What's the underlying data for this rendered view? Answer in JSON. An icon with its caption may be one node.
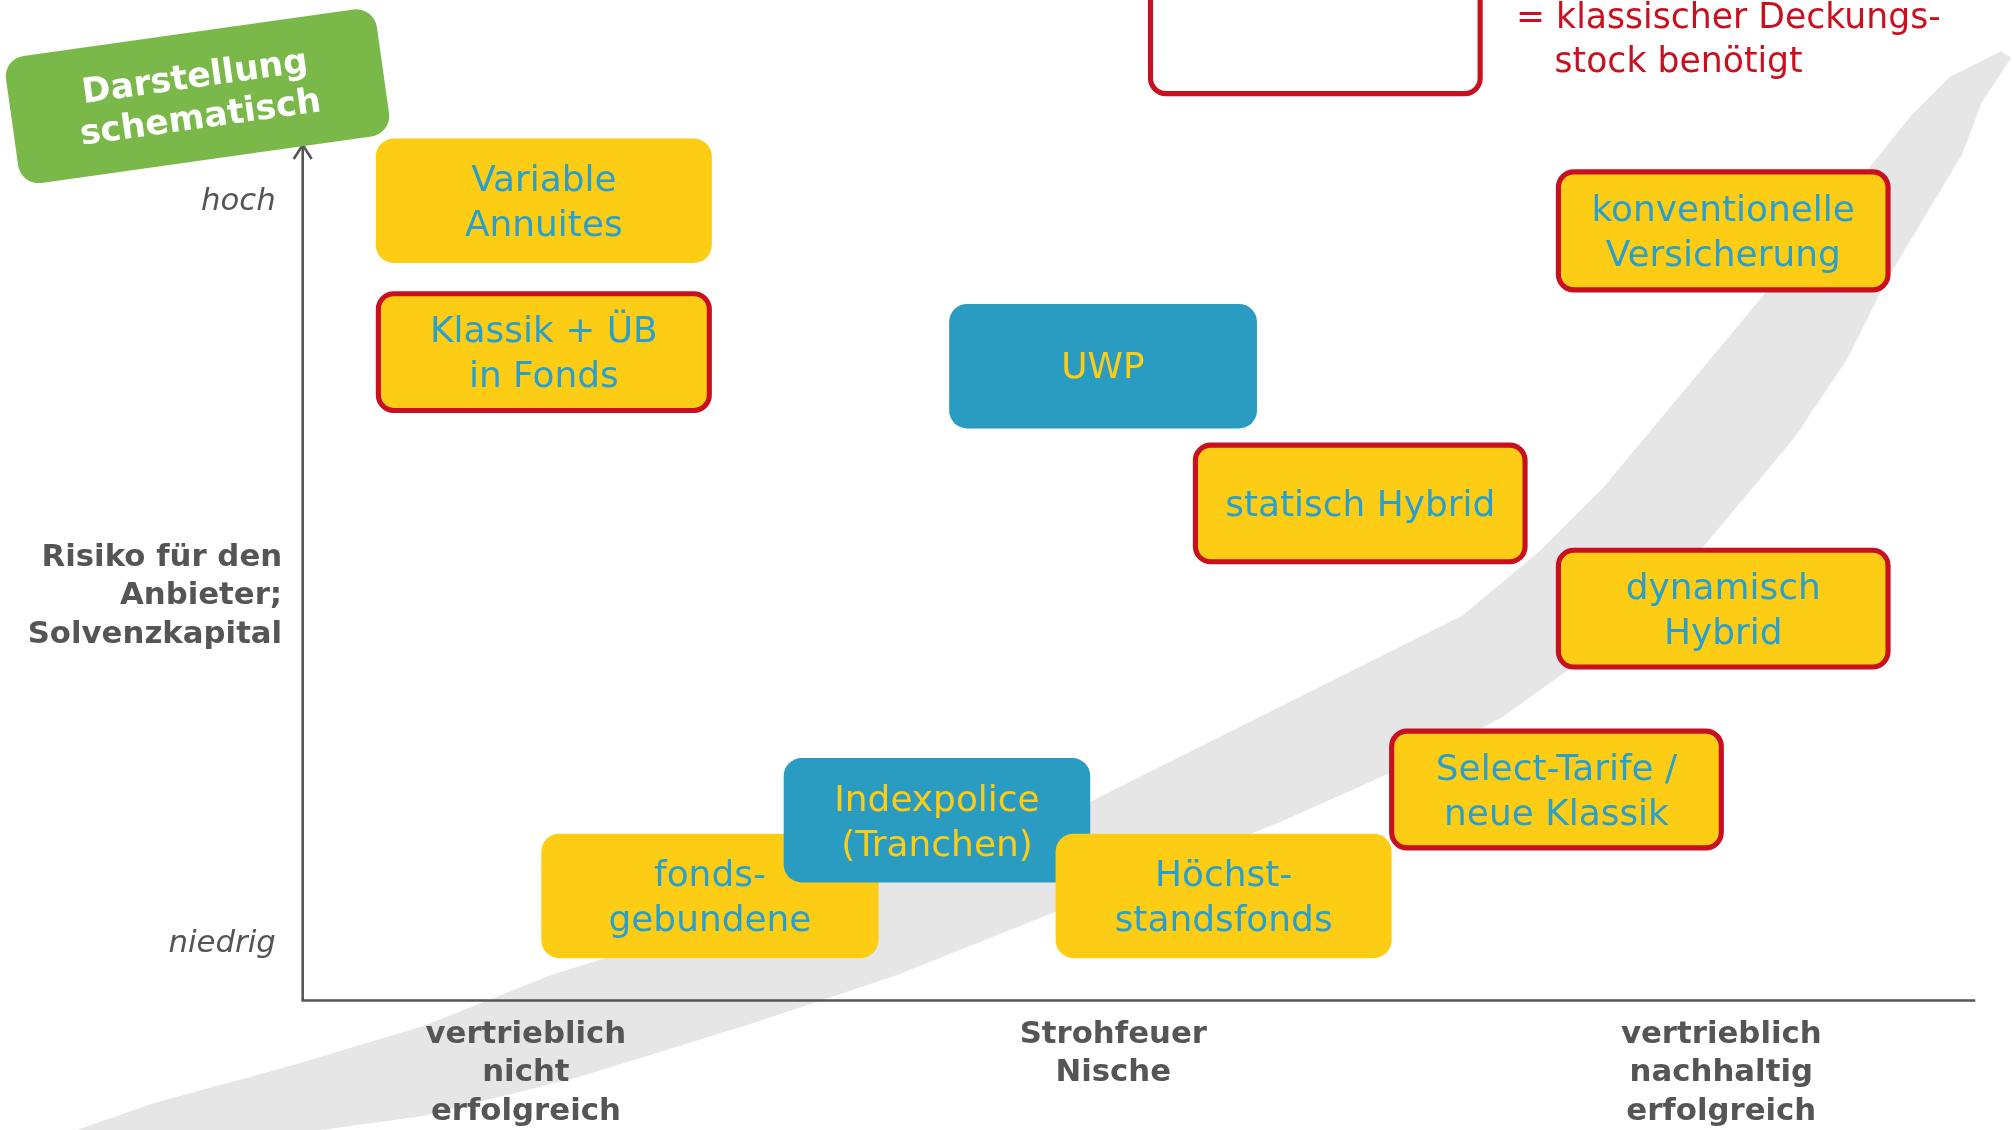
{
  "diagram": {
    "nodes": [
      {
        "text": [
          "Darstellung schematisch"
        ]
      },
      {
        "text": [
          "Variable Annuites"
        ]
      },
      {
        "text": [
          "Klassik + ÜB in Fonds"
        ]
      },
      {
        "text": [
          "UWP"
        ]
      },
      {
        "text": [
          "konventionelle Versicherung"
        ]
      },
      {
        "text": [
          "statisch Hybrid"
        ]
      },
      {
        "text": [
          "dynamisch Hybrid"
        ]
      },
      {
        "text": [
          "Select-Tarife / neue Klassik"
        ]
      },
      {
        "text": [
          "Indexpolice (Tranchen)"
        ]
      },
      {
        "text": [
          "fonds- gebundene"
        ]
      },
      {
        "text": [
          "Höchst- standsfonds"
        ]
      }
    ],
    "labels": [
      "hoch",
      "Risiko für den Anbieter; Solvenzkapital",
      "niedrig",
      "vertrieblich nicht erfolgreich",
      "Strohfeuer Nische",
      "vertrieblich nachhaltig erfolgreich"
    ],
    "legend": [
      {
        "text": "= klassischer Deckungs- stock benötigt"
      }
    ]
  }
}
